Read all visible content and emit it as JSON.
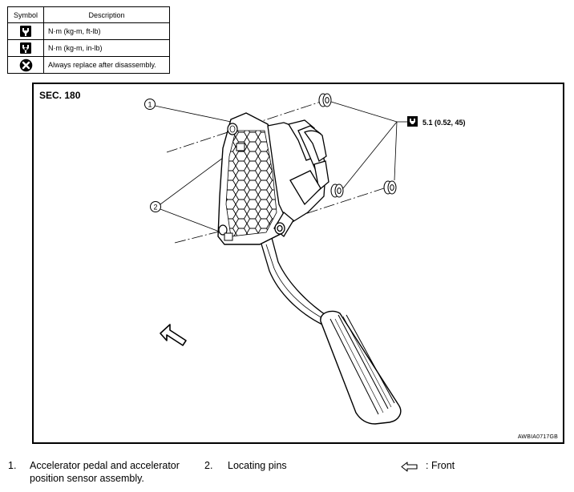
{
  "legend": {
    "header_symbol": "Symbol",
    "header_description": "Description",
    "rows": [
      {
        "icon": "torque-wrench-ft-lb-icon",
        "text": "N·m (kg-m, ft-lb)"
      },
      {
        "icon": "torque-wrench-in-lb-icon",
        "text": "N·m (kg-m, in-lb)"
      },
      {
        "icon": "replace-part-icon",
        "text": "Always replace after disassembly."
      }
    ]
  },
  "figure": {
    "section": "SEC. 180",
    "code": "AWBIA0717GB",
    "torque": "5.1 (0.52, 45)",
    "callouts": [
      "1",
      "2"
    ]
  },
  "notes": {
    "item1_num": "1.",
    "item1_line1": "Accelerator pedal and accelerator",
    "item1_line2": "position sensor assembly.",
    "item2_num": "2.",
    "item2_text": "Locating pins",
    "front_label": ": Front"
  }
}
